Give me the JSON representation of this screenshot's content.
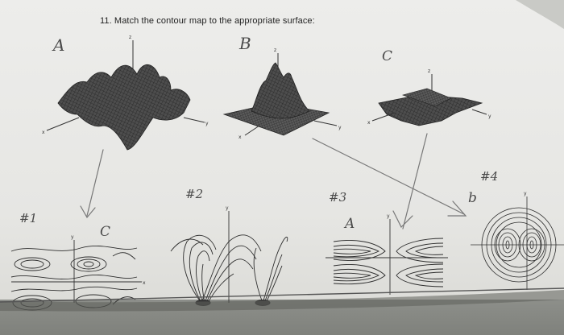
{
  "question": {
    "text": "11.  Match the contour map to the appropriate surface:"
  },
  "surfaces": [
    {
      "label": "A"
    },
    {
      "label": "B"
    },
    {
      "label": "C"
    }
  ],
  "contour_maps": [
    {
      "label": "#1",
      "answer": "C"
    },
    {
      "label": "#2",
      "answer": ""
    },
    {
      "label": "#3",
      "answer": "A"
    },
    {
      "label": "#4",
      "answer": "b"
    }
  ],
  "axis_labels": {
    "x": "x",
    "y": "y",
    "z": "z"
  }
}
